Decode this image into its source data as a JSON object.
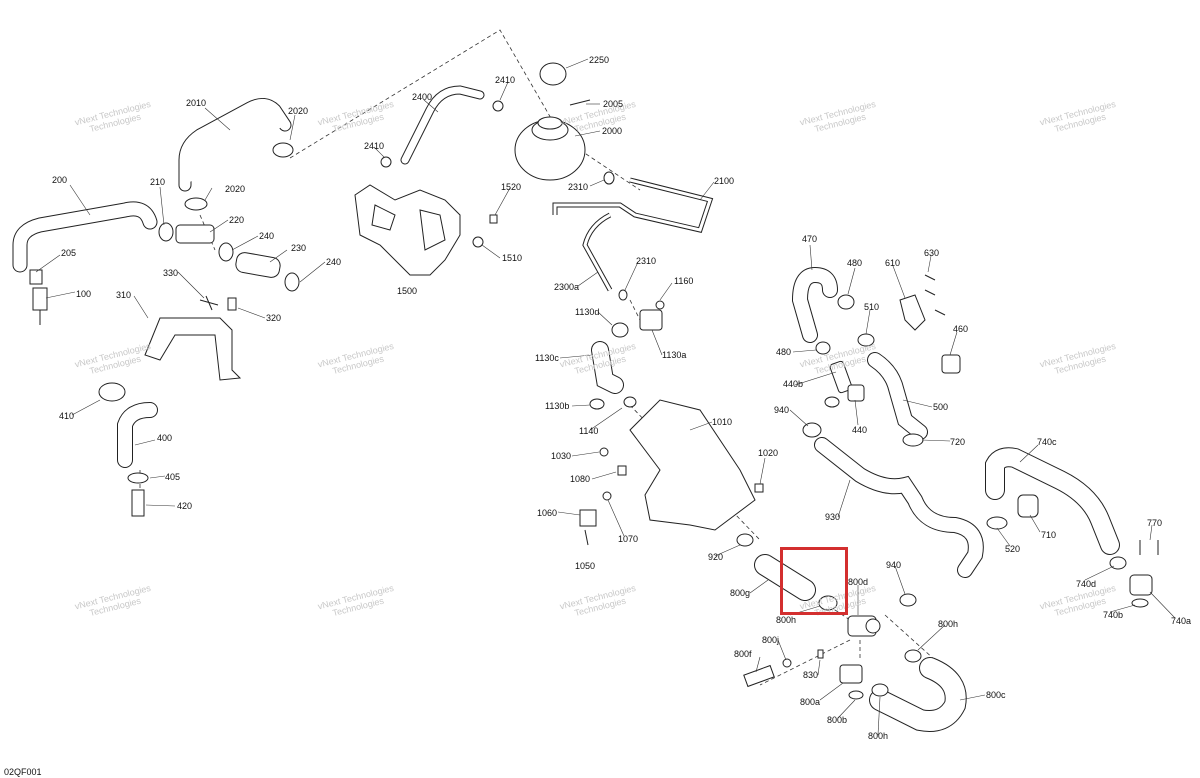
{
  "diagram": {
    "code": "02QF001",
    "highlight_color": "#d32f2f",
    "watermark": {
      "line1": "vNext Technologies",
      "line2": "Technologies"
    }
  },
  "labels": {
    "p2010": "2010",
    "p2020a": "2020",
    "p2020b": "2020",
    "p200": "200",
    "p210": "210",
    "p220": "220",
    "p240a": "240",
    "p230": "230",
    "p240b": "240",
    "p205": "205",
    "p100": "100",
    "p330": "330",
    "p310": "310",
    "p320": "320",
    "p410": "410",
    "p400": "400",
    "p405": "405",
    "p420": "420",
    "p2400": "2400",
    "p2410a": "2410",
    "p2410b": "2410",
    "p2250": "2250",
    "p2005": "2005",
    "p2000": "2000",
    "p2310a": "2310",
    "p1520": "1520",
    "p1510": "1510",
    "p1500": "1500",
    "p2100": "2100",
    "p2300a": "2300a",
    "p2310b": "2310",
    "p1160": "1160",
    "p1130d": "1130d",
    "p1130c": "1130c",
    "p1130a": "1130a",
    "p1130b": "1130b",
    "p1140": "1140",
    "p1010": "1010",
    "p1030": "1030",
    "p1020": "1020",
    "p1080": "1080",
    "p1060": "1060",
    "p1070": "1070",
    "p1050": "1050",
    "p920": "920",
    "p800g": "800g",
    "p800h1": "800h",
    "p800d": "800d",
    "p940b": "940",
    "p800h2": "800h",
    "p800j": "800j",
    "p800f": "800f",
    "p830": "830",
    "p800a": "800a",
    "p800b": "800b",
    "p800h3": "800h",
    "p800c": "800c",
    "p930": "930",
    "p470": "470",
    "p480a": "480",
    "p610": "610",
    "p630": "630",
    "p510": "510",
    "p460": "460",
    "p480b": "480",
    "p440b": "440b",
    "p440": "440",
    "p940a": "940",
    "p500": "500",
    "p720": "720",
    "p740c": "740c",
    "p520": "520",
    "p710": "710",
    "p770": "770",
    "p740d": "740d",
    "p740b": "740b",
    "p740a": "740a"
  }
}
